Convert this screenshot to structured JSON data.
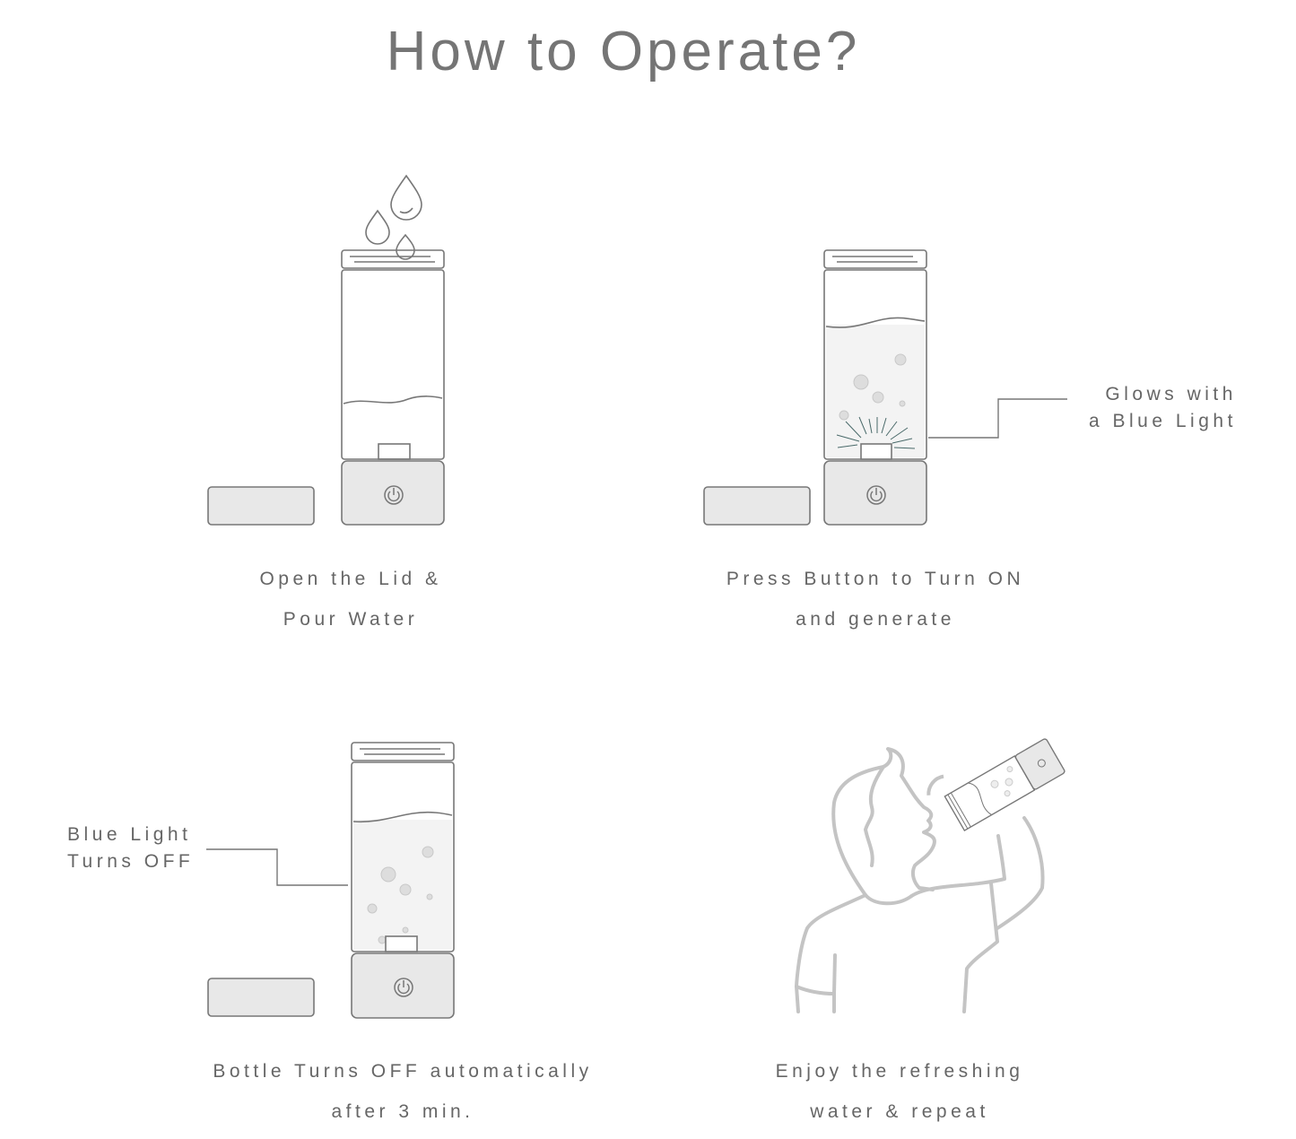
{
  "title": "How to Operate?",
  "steps": [
    {
      "line1": "Open the Lid &",
      "line2": "Pour Water"
    },
    {
      "line1": "Press Button to Turn ON",
      "line2": "and generate",
      "callout1": "Glows with",
      "callout2": "a Blue Light"
    },
    {
      "line1": "Bottle Turns OFF automatically",
      "line2": "after 3 min.",
      "callout1": "Blue Light",
      "callout2": "Turns OFF"
    },
    {
      "line1": "Enjoy the refreshing",
      "line2": "water & repeat"
    }
  ],
  "colors": {
    "stroke": "#777777",
    "fill": "#e8e8e8",
    "glow": "#4a6a6a",
    "person": "#c4c4c4"
  }
}
